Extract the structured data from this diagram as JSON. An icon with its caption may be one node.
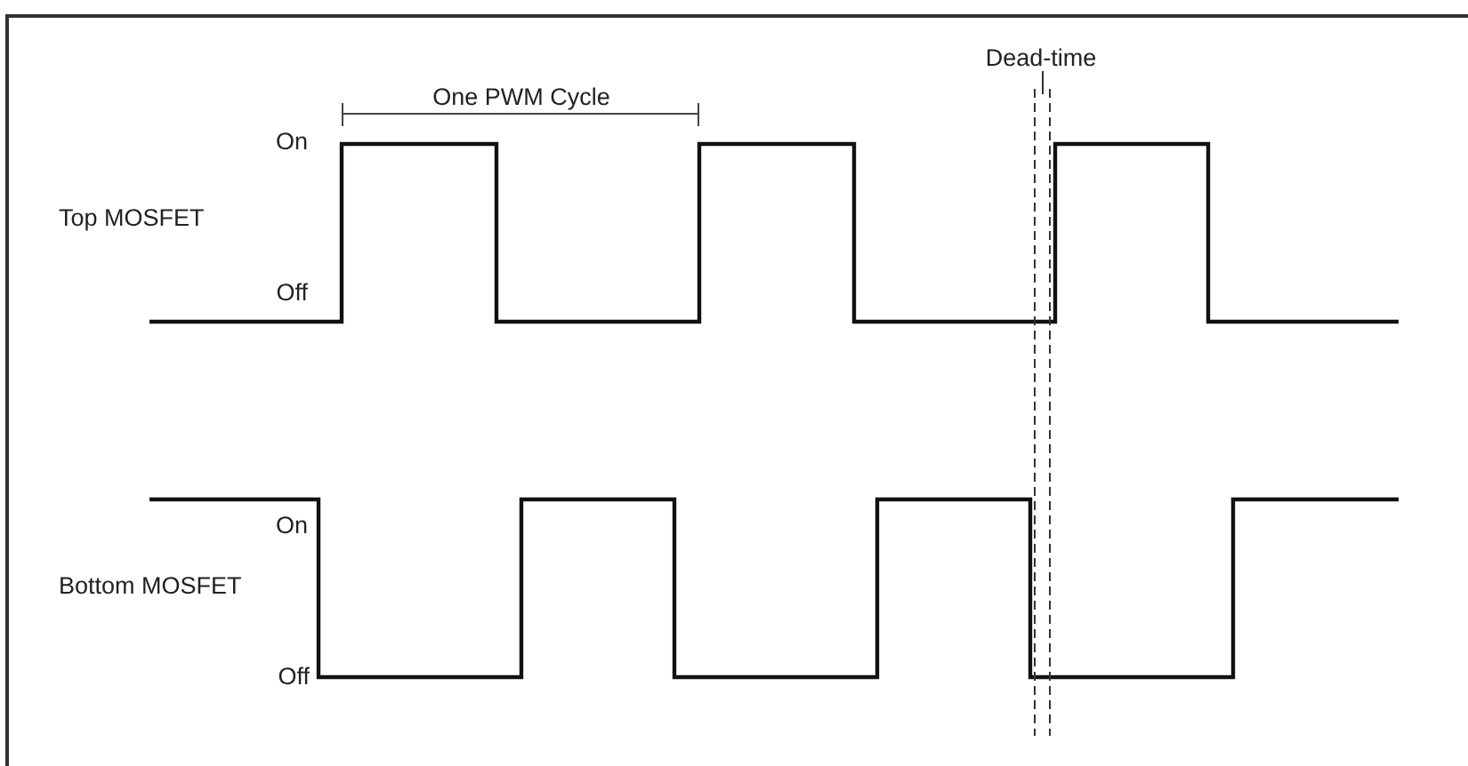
{
  "diagram": {
    "labels": [
      "One PWM Cycle",
      "Dead-time",
      "On",
      "Top MOSFET",
      "Off",
      "On",
      "Bottom MOSFET",
      "Off"
    ]
  }
}
